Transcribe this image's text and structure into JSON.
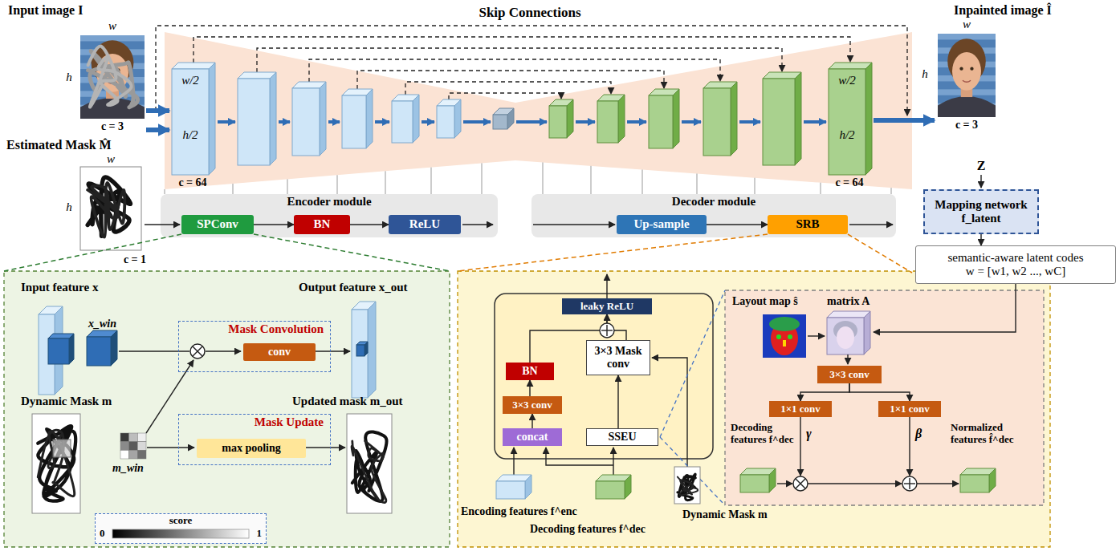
{
  "diagram": {
    "nodes": [
      {
        "text": [
          "Encoder module"
        ]
      },
      {
        "text": [
          "SPConv"
        ],
        "in": 0
      },
      {
        "text": [
          "BN"
        ],
        "in": 0
      },
      {
        "text": [
          "ReLU"
        ],
        "in": 0
      },
      {
        "text": [
          "Decoder module"
        ]
      },
      {
        "text": [
          "Up-sample"
        ],
        "in": 4
      },
      {
        "text": [
          "SRB"
        ],
        "in": 4
      },
      {
        "text": [
          "Mapping network",
          "f_latent"
        ]
      },
      {
        "text": [
          "semantic-aware latent codes",
          "w = [w1, w2 ..., wC]"
        ]
      },
      {
        "text": [
          "Mask Convolution"
        ]
      },
      {
        "text": [
          "conv"
        ],
        "in": 9
      },
      {
        "text": [
          "Mask Update"
        ]
      },
      {
        "text": [
          "max pooling"
        ],
        "in": 11
      },
      {
        "text": [
          "score",
          "0",
          "1"
        ]
      },
      {
        "text": [
          "leaky ReLU"
        ]
      },
      {
        "text": [
          "BN"
        ]
      },
      {
        "text": [
          "3×3 conv"
        ]
      },
      {
        "text": [
          "concat"
        ]
      },
      {
        "text": [
          "3×3 Mask conv"
        ]
      },
      {
        "text": [
          "SSEU"
        ]
      },
      {
        "text": [
          "3×3 conv"
        ]
      },
      {
        "text": [
          "1×1 conv"
        ]
      },
      {
        "text": [
          "1×1 conv"
        ]
      }
    ],
    "edges": [
      {
        "from": 1,
        "to": 2,
        "arrow": "to"
      },
      {
        "from": 2,
        "to": 3,
        "arrow": "to"
      },
      {
        "from": 5,
        "to": 6,
        "arrow": "to"
      },
      {
        "from": 7,
        "to": 8,
        "arrow": "to"
      },
      {
        "from": 17,
        "to": 16,
        "arrow": "to"
      },
      {
        "from": 16,
        "to": 15,
        "arrow": "to"
      },
      {
        "from": 15,
        "to": 14,
        "arrow": "to"
      },
      {
        "from": 18,
        "to": 14,
        "arrow": "to"
      },
      {
        "from": 19,
        "to": 18,
        "arrow": "to"
      },
      {
        "from": 20,
        "to": 21,
        "arrow": "to"
      },
      {
        "from": 20,
        "to": 22,
        "arrow": "to"
      }
    ],
    "labels": [
      "Input image I",
      "w",
      "h",
      "c = 3",
      "Skip Connections",
      "Estimated Mask M̂",
      "w",
      "h",
      "c = 1",
      "w/2",
      "h/2",
      "c = 64",
      "w/2",
      "h/2",
      "c = 64",
      "Inpainted image Î",
      "w",
      "h",
      "c = 3",
      "Z",
      "Input feature x",
      "x_win",
      "Output feature x_out",
      "Dynamic Mask m",
      "m_win",
      "Updated mask m_out",
      "Encoding features f^enc",
      "Decoding features f^dec",
      "Dynamic Mask m",
      "Layout map ŝ",
      "matrix A",
      "γ",
      "β",
      "Decoding features f^dec",
      "Normalized features f̂^dec"
    ]
  }
}
